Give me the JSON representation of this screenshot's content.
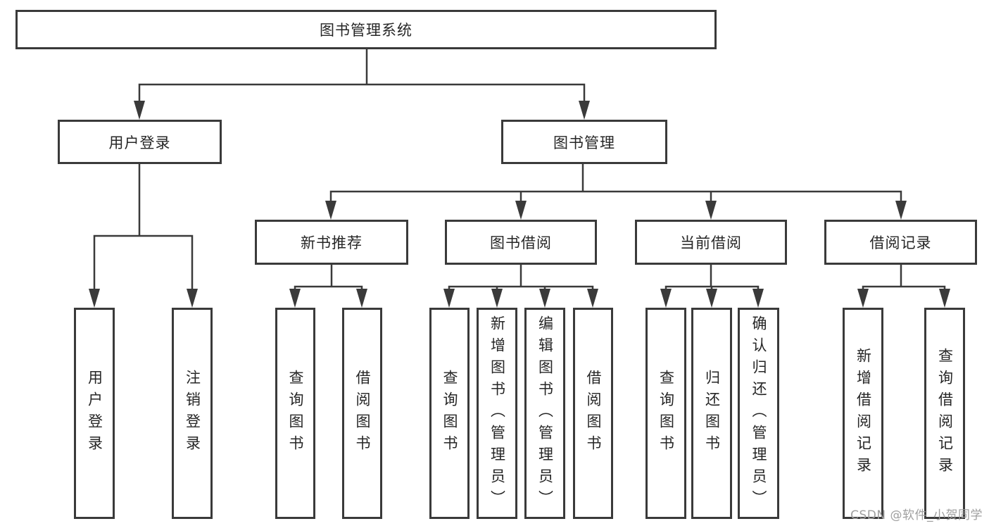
{
  "colors": {
    "line": "#3a3a3a",
    "text": "#262626",
    "box_background": "#ffffff",
    "page_background": "#ffffff",
    "watermark_text_color": "#9f9f9f"
  },
  "watermark": "CSDN @软件_小贺同学",
  "diagram": {
    "root": {
      "label": "图书管理系统"
    },
    "level2": [
      {
        "label": "用户登录",
        "parent": "图书管理系统"
      },
      {
        "label": "图书管理",
        "parent": "图书管理系统"
      }
    ],
    "level3": [
      {
        "label": "新书推荐",
        "parent": "图书管理"
      },
      {
        "label": "图书借阅",
        "parent": "图书管理"
      },
      {
        "label": "当前借阅",
        "parent": "图书管理"
      },
      {
        "label": "借阅记录",
        "parent": "图书管理"
      }
    ],
    "leaves": [
      {
        "label": "用户登录",
        "parent": "用户登录"
      },
      {
        "label": "注销登录",
        "parent": "用户登录"
      },
      {
        "label": "查询图书",
        "parent": "新书推荐"
      },
      {
        "label": "借阅图书",
        "parent": "新书推荐"
      },
      {
        "label": "查询图书",
        "parent": "图书借阅"
      },
      {
        "label": "新增图书（管理员）",
        "parent": "图书借阅"
      },
      {
        "label": "编辑图书（管理员）",
        "parent": "图书借阅"
      },
      {
        "label": "借阅图书",
        "parent": "图书借阅"
      },
      {
        "label": "查询图书",
        "parent": "当前借阅"
      },
      {
        "label": "归还图书",
        "parent": "当前借阅"
      },
      {
        "label": "确认归还（管理员）",
        "parent": "当前借阅"
      },
      {
        "label": "新增借阅记录",
        "parent": "借阅记录"
      },
      {
        "label": "查询借阅记录",
        "parent": "借阅记录"
      }
    ]
  }
}
